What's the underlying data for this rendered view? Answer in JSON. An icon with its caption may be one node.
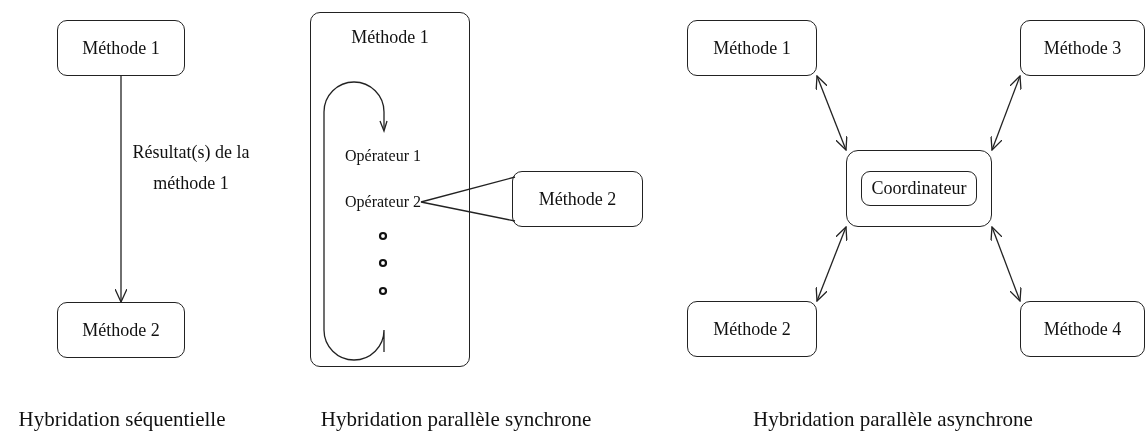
{
  "diagram": {
    "nodes": [
      {
        "text": [
          "Méthode 1"
        ]
      },
      {
        "text": [
          "Méthode 2"
        ]
      },
      {
        "text": [
          "Méthode 1"
        ]
      },
      {
        "text": [
          "Opérateur 1"
        ],
        "in": 2
      },
      {
        "text": [
          "Opérateur 2"
        ],
        "in": 2
      },
      {
        "text": [
          "Méthode 2"
        ]
      },
      {
        "text": [
          "Méthode 1"
        ]
      },
      {
        "text": [
          "Méthode 3"
        ]
      },
      {
        "text": [
          "Coordinateur"
        ]
      },
      {
        "text": [
          "Méthode 2"
        ]
      },
      {
        "text": [
          "Méthode 4"
        ]
      }
    ],
    "edges": [
      {
        "from": 0,
        "to": 1,
        "arrow": "to",
        "label": "Résultat(s) de la méthode 1"
      },
      {
        "from": 4,
        "to": 5,
        "arrow": "none"
      },
      {
        "from": 6,
        "to": 8,
        "arrow": "both"
      },
      {
        "from": 7,
        "to": 8,
        "arrow": "both"
      },
      {
        "from": 9,
        "to": 8,
        "arrow": "both"
      },
      {
        "from": 10,
        "to": 8,
        "arrow": "both"
      }
    ],
    "labels": [
      "Hybridation séquentielle",
      "Hybridation parallèle synchrone",
      "Hybridation parallèle asynchrone"
    ]
  }
}
